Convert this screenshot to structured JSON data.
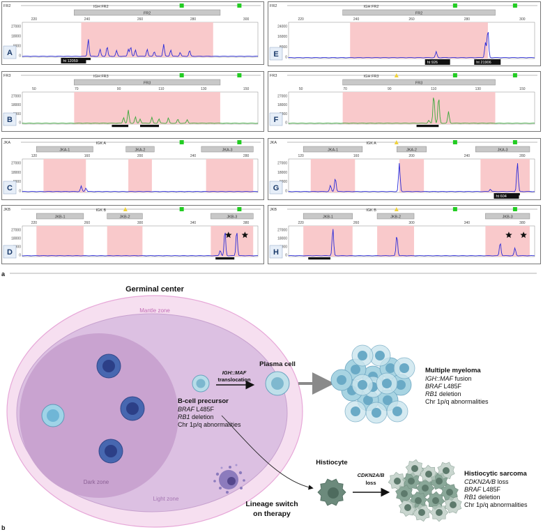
{
  "section_a_label": "a",
  "section_b_label": "b",
  "panels": [
    {
      "id": "A",
      "track": "FR2",
      "title": "IGH FR2",
      "segments": [
        "FR2"
      ],
      "ticks": [
        "220",
        "240",
        "260",
        "280",
        "300"
      ],
      "yticks": [
        "27000",
        "18000",
        "9000",
        "0"
      ],
      "badge": "ht 12059",
      "color": "#2a2ad8"
    },
    {
      "id": "E",
      "track": "FR2",
      "title": "IGH FR2",
      "segments": [
        "FR2"
      ],
      "ticks": [
        "220",
        "240",
        "260",
        "280",
        "300"
      ],
      "yticks": [
        "24000",
        "16000",
        "8000",
        "0"
      ],
      "badge": "ht 926",
      "badge2": "ht 21906",
      "color": "#2a2ad8"
    },
    {
      "id": "B",
      "track": "FR3",
      "title": "IGH FR3",
      "segments": [
        "FR3"
      ],
      "ticks": [
        "50",
        "70",
        "90",
        "110",
        "130",
        "150"
      ],
      "yticks": [
        "27000",
        "18000",
        "9000",
        "0"
      ],
      "color": "#3aa83a"
    },
    {
      "id": "F",
      "track": "FR3",
      "title": "IGH FR3",
      "segments": [
        "FR3"
      ],
      "ticks": [
        "50",
        "70",
        "90",
        "110",
        "130",
        "150"
      ],
      "yticks": [
        "27000",
        "18000",
        "9000",
        "0"
      ],
      "color": "#3aa83a"
    },
    {
      "id": "C",
      "track": "JKA",
      "title": "IGK A",
      "segments": [
        "JKA-1",
        "JKA-2",
        "JKA-3"
      ],
      "ticks": [
        "120",
        "160",
        "200",
        "240",
        "280"
      ],
      "yticks": [
        "27000",
        "18000",
        "9000",
        "0"
      ],
      "color": "#2a2ad8"
    },
    {
      "id": "G",
      "track": "JKA",
      "title": "IGK A",
      "segments": [
        "JKA-1",
        "JKA-2",
        "JKA-3"
      ],
      "ticks": [
        "120",
        "160",
        "200",
        "240",
        "280"
      ],
      "yticks": [
        "27000",
        "18000",
        "9000",
        "0"
      ],
      "badge": "ht 604",
      "color": "#2a2ad8"
    },
    {
      "id": "D",
      "track": "JKB",
      "title": "IGK B",
      "segments": [
        "JKB-1",
        "JKB-2",
        "JKB-3"
      ],
      "ticks": [
        "220",
        "260",
        "300",
        "340",
        "380"
      ],
      "yticks": [
        "27000",
        "18000",
        "9000",
        "0"
      ],
      "color": "#2a2ad8"
    },
    {
      "id": "H",
      "track": "JKB",
      "title": "IGK B",
      "segments": [
        "JKB-1",
        "JKB-2",
        "JKB-3"
      ],
      "ticks": [
        "220",
        "260",
        "300",
        "340",
        "380"
      ],
      "yticks": [
        "27000",
        "18000",
        "9000",
        "0"
      ],
      "color": "#2a2ad8"
    }
  ],
  "diagram": {
    "title": "Germinal center",
    "mantle_zone": "Mantle zone",
    "dark_zone": "Dark zone",
    "light_zone": "Light zone",
    "plasma_cell": "Plasma cell",
    "translocation_1": "IGH::MAF",
    "translocation_2": "translocation",
    "precursor_title": "B-cell precursor",
    "precursor_lines": [
      {
        "italic": "BRAF",
        "rest": " L485F"
      },
      {
        "italic": "RB1",
        "rest": " deletion"
      },
      {
        "italic": "",
        "rest": "Chr 1p/q abnormalities"
      }
    ],
    "mm_title": "Multiple myeloma",
    "mm_lines": [
      {
        "italic": "IGH::MAF",
        "rest": " fusion"
      },
      {
        "italic": "BRAF",
        "rest": " L485F"
      },
      {
        "italic": "RB1",
        "rest": " deletion"
      },
      {
        "italic": "",
        "rest": "Chr 1p/q abnormalities"
      }
    ],
    "histiocyte": "Histiocyte",
    "loss_1": "CDKN2A/B",
    "loss_2": "loss",
    "switch_1": "Lineage switch",
    "switch_2": "on therapy",
    "hs_title": "Histiocytic sarcoma",
    "hs_lines": [
      {
        "italic": "CDKN2A/B",
        "rest": " loss"
      },
      {
        "italic": "BRAF",
        "rest": " L485F"
      },
      {
        "italic": "RB1",
        "rest": " deletion"
      },
      {
        "italic": "",
        "rest": "Chr 1p/q abnormalities"
      }
    ]
  }
}
